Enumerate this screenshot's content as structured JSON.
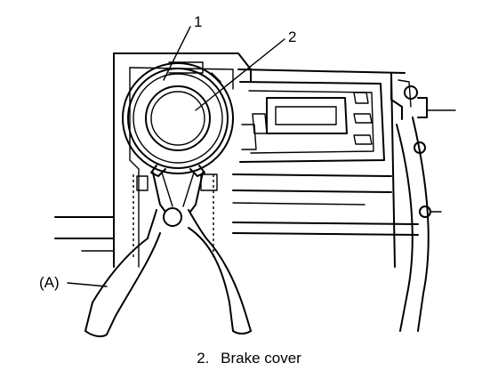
{
  "diagram": {
    "callouts": {
      "label_1": "1",
      "label_2": "2",
      "label_a": "(A)"
    },
    "caption": {
      "number": "2.",
      "text": "Brake cover"
    }
  }
}
